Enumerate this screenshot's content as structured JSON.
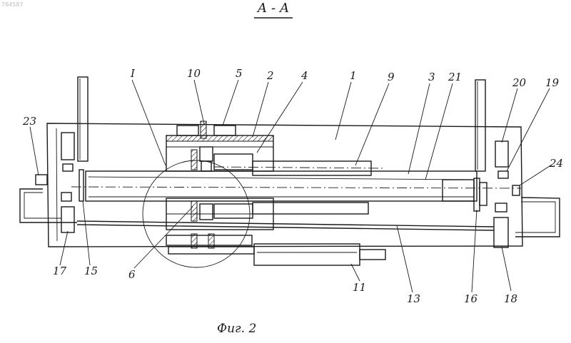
{
  "watermark": "784587",
  "title": "А - А",
  "caption": "Фиг. 2",
  "labels": {
    "l_I": "I",
    "l_10": "10",
    "l_5": "5",
    "l_2": "2",
    "l_4": "4",
    "l_1": "1",
    "l_9": "9",
    "l_3": "3",
    "l_21": "21",
    "l_20": "20",
    "l_19": "19",
    "l_23": "23",
    "l_24": "24",
    "l_17": "17",
    "l_15": "15",
    "l_6": "6",
    "l_11": "11",
    "l_13": "13",
    "l_16": "16",
    "l_18": "18"
  }
}
